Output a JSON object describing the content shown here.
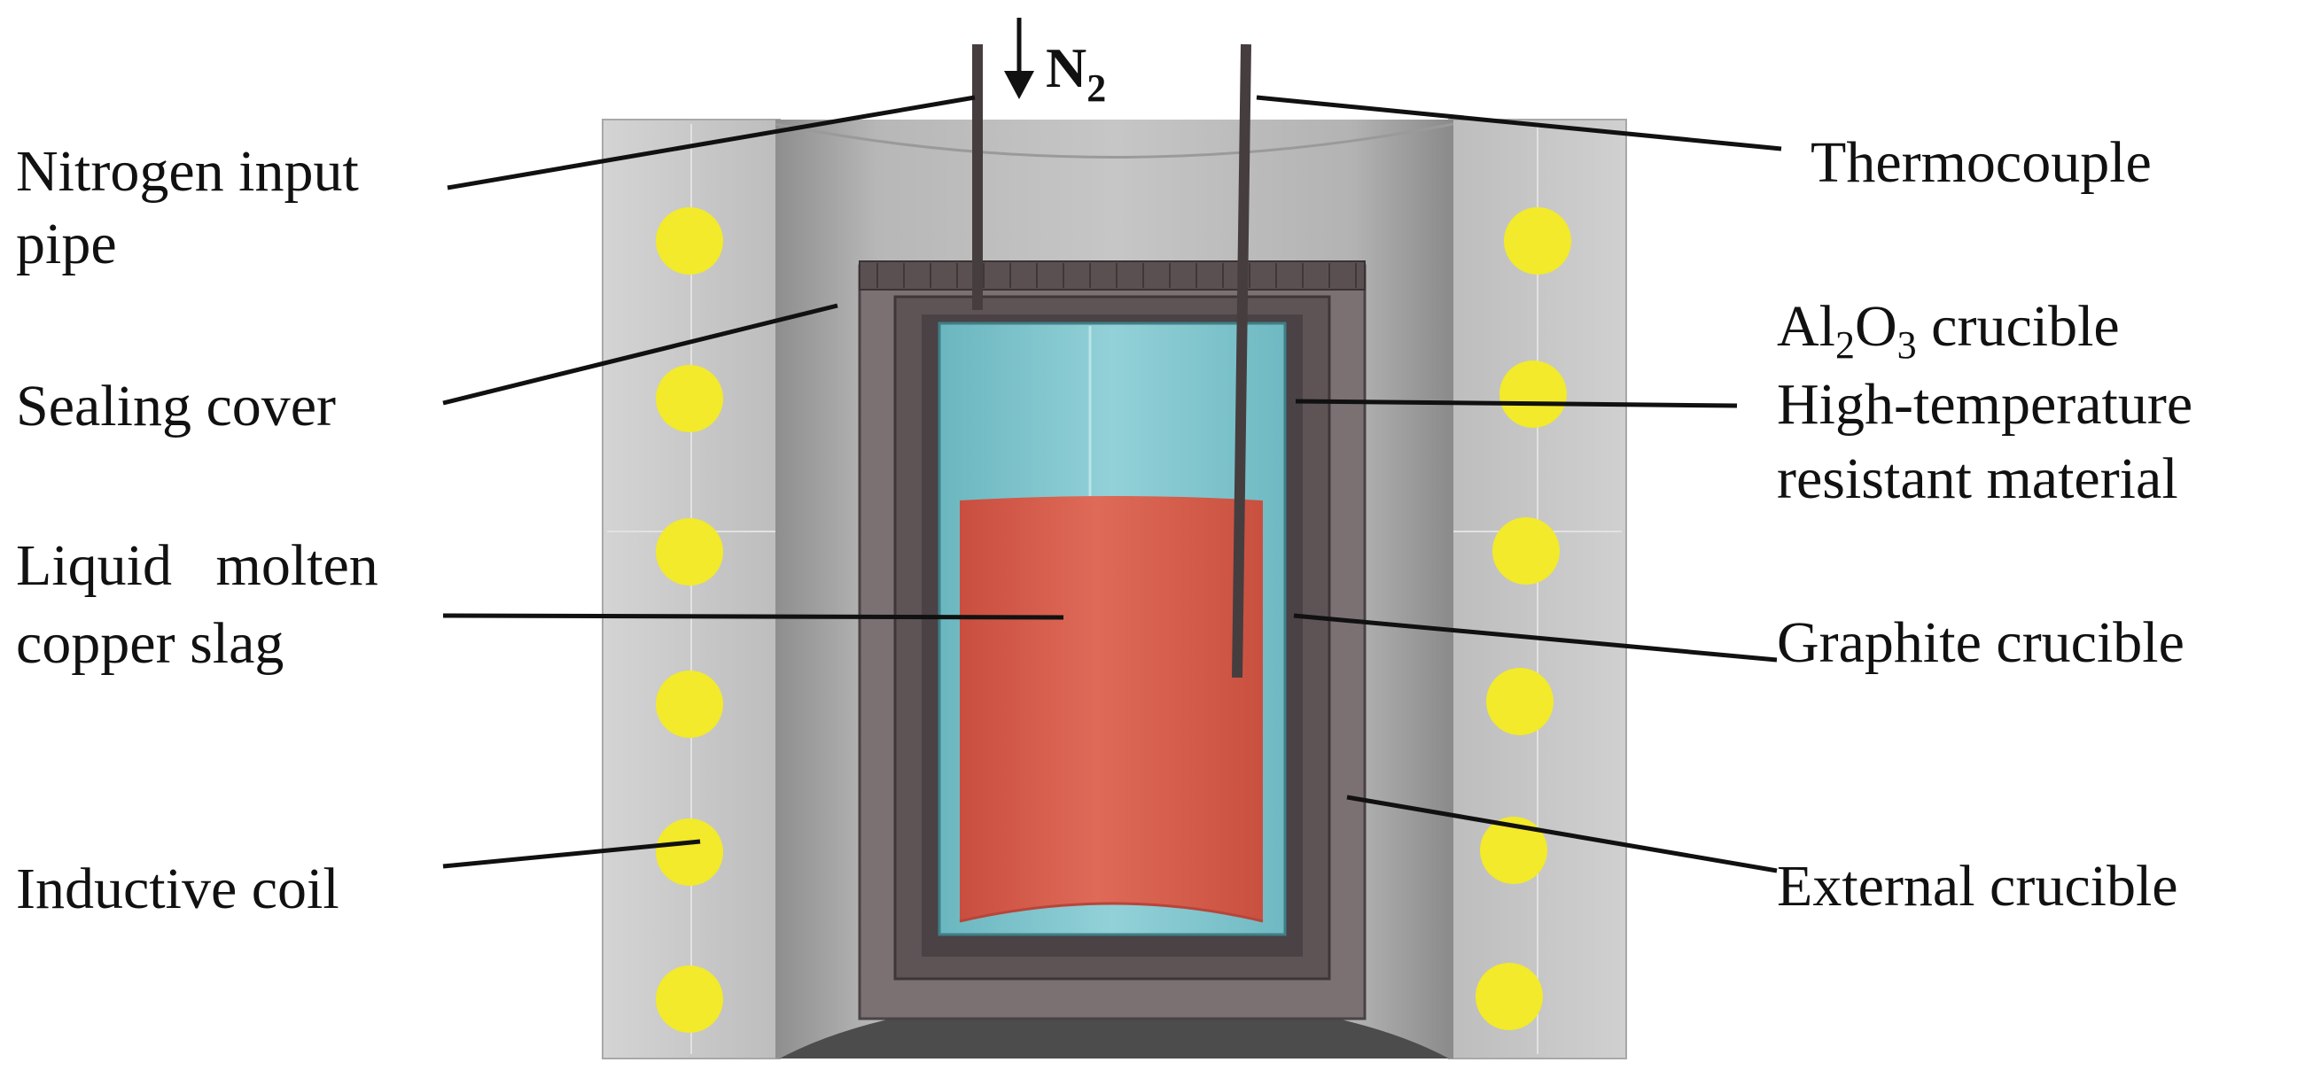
{
  "gas": {
    "main": "N",
    "sub": "2"
  },
  "labels": {
    "nitrogen_input_pipe": [
      "Nitrogen  input",
      "pipe"
    ],
    "sealing_cover": "Sealing cover",
    "liquid_slag": [
      "Liquid   molten",
      "copper slag"
    ],
    "inductive_coil": "Inductive coil",
    "thermocouple": "Thermocouple",
    "al2o3": {
      "a": "Al",
      "a_sub": "2",
      "b": "O",
      "b_sub": "3",
      "rest": " crucible"
    },
    "high_temp": [
      "High-temperature",
      "resistant material"
    ],
    "graphite": "Graphite crucible",
    "external": "External crucible"
  },
  "colors": {
    "wall": "#c8c8c8",
    "inner_cylinder": "#a9a9a9",
    "coil": "#f2ea2a",
    "graphite_crucible": "#5e5456",
    "resistant_material": "#7b7173",
    "al2o3_crucible": "#7fc7cf",
    "molten_slag": "#d9604f",
    "pipe": "#463d3f"
  }
}
